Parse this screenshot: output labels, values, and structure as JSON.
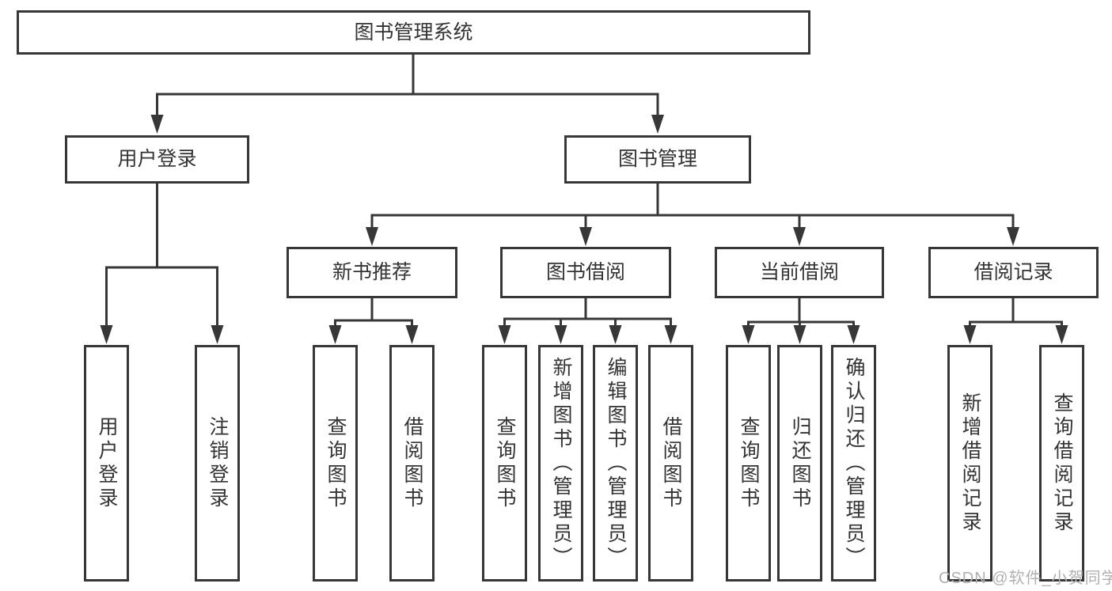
{
  "diagram": {
    "root": "图书管理系统",
    "level2": [
      "用户登录",
      "图书管理"
    ],
    "level3": [
      "新书推荐",
      "图书借阅",
      "当前借阅",
      "借阅记录"
    ],
    "leaves": {
      "user_login": [
        "用户登录",
        "注销登录"
      ],
      "new_book": [
        "查询图书",
        "借阅图书"
      ],
      "book_borrow": [
        "查询图书",
        "新增图书（管理员）",
        "编辑图书（管理员）",
        "借阅图书"
      ],
      "current_borrow": [
        "查询图书",
        "归还图书",
        "确认归还（管理员）"
      ],
      "records": [
        "新增借阅记录",
        "查询借阅记录"
      ]
    },
    "colors": {
      "line": "#373737",
      "text": "#333333",
      "background": "#ffffff",
      "watermark": "#b0b0b0"
    }
  },
  "watermark": {
    "text": "CSDN @软件_小贺同学"
  }
}
